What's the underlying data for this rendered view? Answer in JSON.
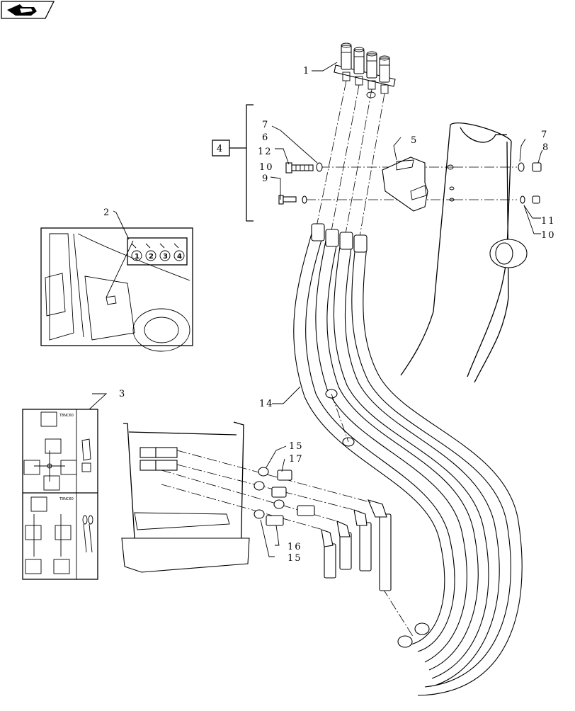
{
  "callouts": {
    "c1": "1",
    "c2": "2",
    "c3": "3",
    "c4": "4",
    "c5": "5",
    "c6": "6",
    "c7a": "7",
    "c7b": "7",
    "c8": "8",
    "c9": "9",
    "c10a": "10",
    "c10b": "10",
    "c11": "11",
    "c12": "12",
    "c14": "14",
    "c15a": "15",
    "c15b": "15",
    "c16": "16",
    "c17": "17"
  },
  "decal_numbers": [
    "1",
    "2",
    "3",
    "4"
  ],
  "control_card": {
    "top_label": "T8NC60",
    "bottom_label": "T8NC60"
  },
  "icons": {
    "nav": "previous-page-arrow-icon"
  }
}
